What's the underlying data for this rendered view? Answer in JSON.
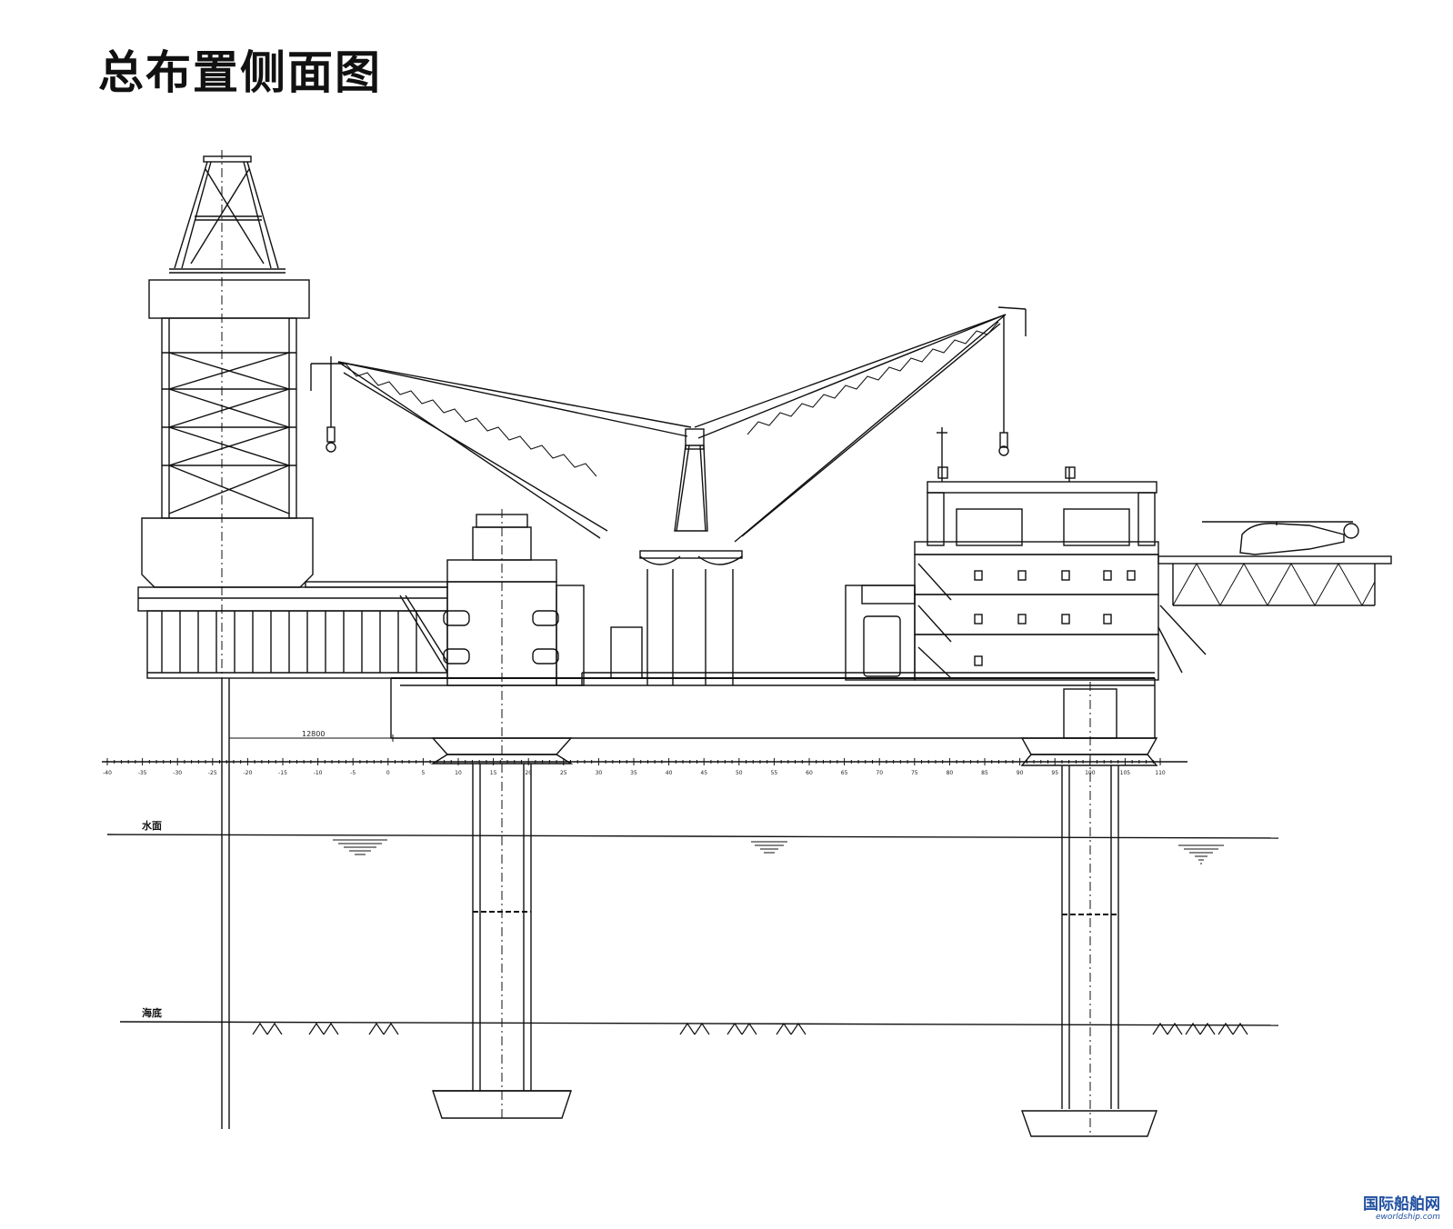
{
  "title": "总布置侧面图",
  "labels": {
    "water_surface": "水面",
    "seabed": "海底",
    "dimension": "12800"
  },
  "scale_ticks": [
    "-40",
    "-35",
    "-30",
    "-25",
    "-20",
    "-15",
    "-10",
    "-5",
    "0",
    "5",
    "10",
    "15",
    "20",
    "25",
    "30",
    "35",
    "40",
    "45",
    "50",
    "55",
    "60",
    "65",
    "70",
    "75",
    "80",
    "85",
    "90",
    "95",
    "100",
    "105",
    "110"
  ],
  "watermark": {
    "cn": "国际船舶网",
    "en": "eworldship.com"
  },
  "colors": {
    "line": "#111111",
    "watermark": "#1f4fa0"
  }
}
